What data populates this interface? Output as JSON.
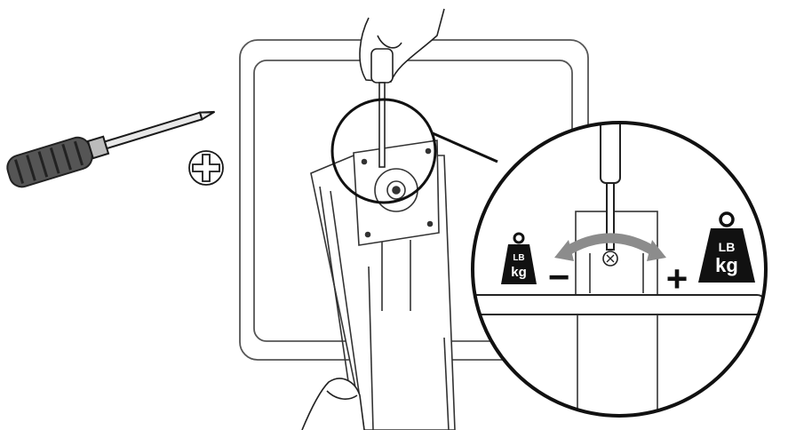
{
  "diagram": {
    "left_weight_label_top": "LB",
    "left_weight_label_bottom": "kg",
    "right_weight_label_top": "LB",
    "right_weight_label_bottom": "kg",
    "minus_sign": "−",
    "plus_sign": "+",
    "arrow_color": "#8c8c8c",
    "ink_color": "#111111"
  }
}
